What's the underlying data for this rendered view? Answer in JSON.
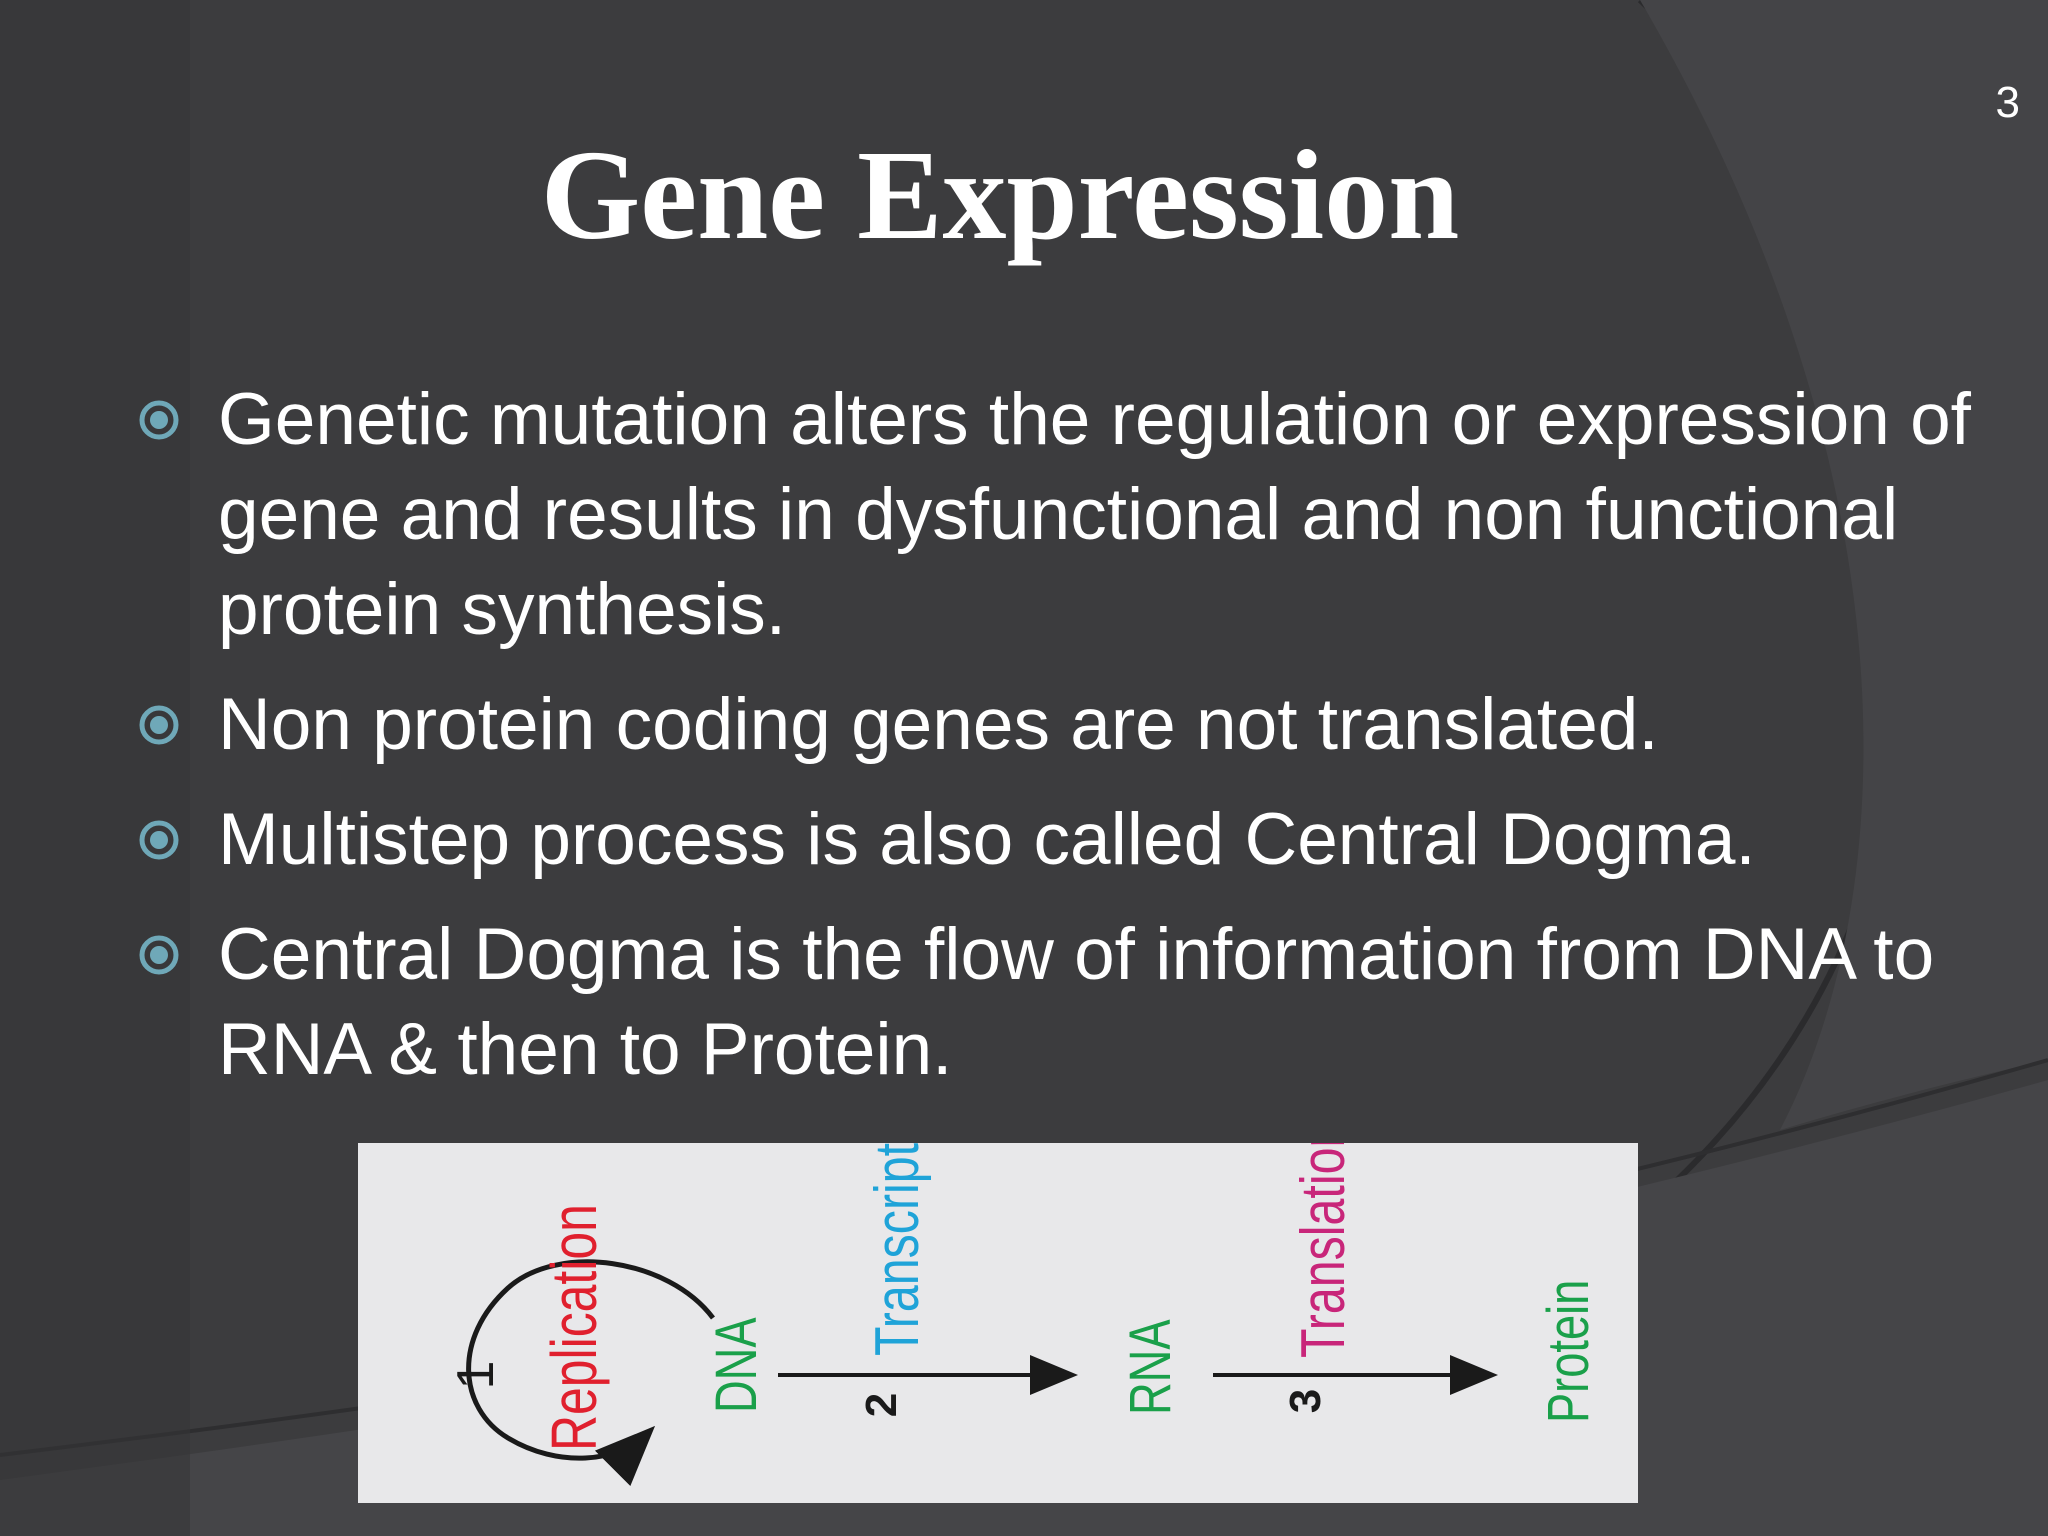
{
  "slide": {
    "number": "3",
    "title": "Gene Expression",
    "bullets": [
      {
        "text": "Genetic mutation alters the regulation or expression of gene and results in dysfunctional and non functional protein synthesis."
      },
      {
        "text": "Non protein coding genes are not translated."
      },
      {
        "text": "Multistep process is also called Central Dogma."
      },
      {
        "text": "Central Dogma is the flow of information from DNA to RNA & then to Protein."
      }
    ],
    "bullet_icon": "circle-bullet-icon",
    "colors": {
      "background": "#3c3c3e",
      "text": "#ffffff",
      "bullet": "#6fa8b8"
    }
  },
  "diagram": {
    "labels": {
      "replication": "Replication",
      "step1": "1",
      "dna": "DNA",
      "transcription": "Transcription",
      "step2": "2",
      "rna": "RNA",
      "translation": "Translation",
      "step3": "3",
      "protein": "Protein"
    },
    "colors": {
      "replication": "#e0202e",
      "molecule": "#1aa04a",
      "transcription": "#1fa3d8",
      "translation": "#c8267a",
      "arrow": "#1a1a1a",
      "background": "#e8e8ea"
    }
  }
}
